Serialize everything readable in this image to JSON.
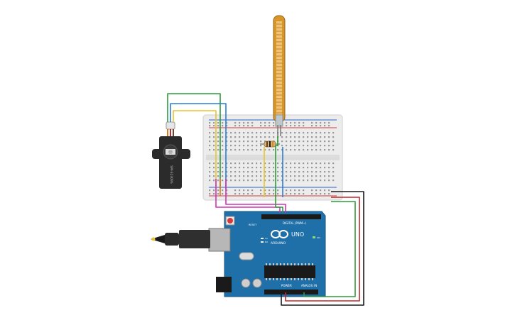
{
  "colors": {
    "background": "#ffffff",
    "board_blue": "#1f6fa8",
    "breadboard": "#ececec",
    "wire_red": "#c0292b",
    "wire_black": "#1a1a1a",
    "wire_green": "#2f9a3a",
    "wire_blue": "#2a7fd4",
    "wire_yellow": "#e6c62a",
    "wire_magenta": "#d032b4",
    "wire_orange": "#e07a1f",
    "flex_sensor": "#d8962a"
  },
  "arduino": {
    "brand": "ARDUINO",
    "model": "UNO",
    "header_digital": "DIGITAL (PWM~)",
    "header_power": "POWER",
    "header_analog": "ANALOG IN",
    "label_tx": "TX",
    "label_rx": "RX",
    "label_on": "ON",
    "label_reset": "RESET"
  },
  "servo": {
    "label": "SM-S2309S",
    "icon": "servo-motor-icon"
  },
  "flex_sensor": {
    "icon": "flex-sensor-icon"
  },
  "resistor": {
    "icon": "resistor-icon"
  },
  "usb": {
    "icon": "usb-b-plug-icon"
  }
}
